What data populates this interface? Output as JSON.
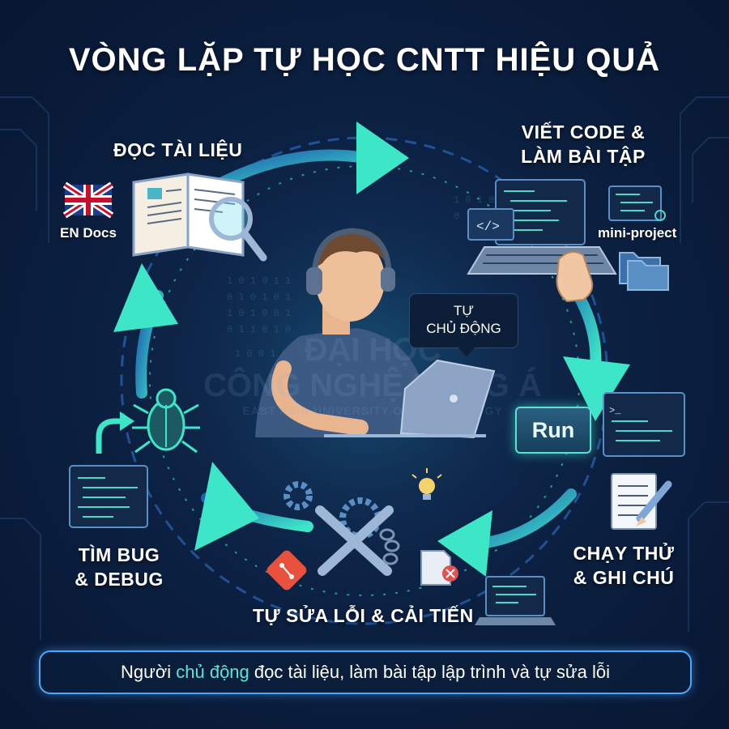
{
  "title": "VÒNG LẶP TỰ HỌC CNTT HIỆU QUẢ",
  "steps": {
    "read_docs": "ĐỌC TÀI LIỆU",
    "write_code_line1": "VIẾT CODE &",
    "write_code_line2": "LÀM BÀI TẬP",
    "run_notes_line1": "CHẠY THỬ",
    "run_notes_line2": "& GHI CHÚ",
    "fix_improve": "TỰ SỬA LỖI & CẢI TIẾN",
    "debug_line1": "TÌM BUG",
    "debug_line2": "& DEBUG"
  },
  "side_labels": {
    "en_docs": "EN Docs",
    "mini_project": "mini-project"
  },
  "bubble": {
    "line1": "TỰ",
    "line2": "CHỦ ĐỘNG"
  },
  "run_button": "Run",
  "footer": {
    "before": "Người ",
    "highlight": "chủ động",
    "after": " đọc tài liệu, làm bài tập lập trình và tự sửa lỗi"
  },
  "watermark": {
    "line1": "ĐẠI HỌC",
    "line2": "CÔNG NGHỆ ĐÔNG Á",
    "line3": "EAST ASIA UNIVERSITY OF TECHNOLOGY"
  },
  "colors": {
    "background": "#0b1f3f",
    "arrow": "#3ee6c8",
    "accent_blue": "#4aa8ff",
    "highlight": "#5fe3d5"
  },
  "icons": [
    "uk-flag-icon",
    "open-book-icon",
    "magnifier-icon",
    "code-window-icon",
    "laptop-icon",
    "hand-icon",
    "folder-icon",
    "gear-icon",
    "bug-icon",
    "return-arrow-icon",
    "wrench-icon",
    "lightbulb-icon",
    "git-icon",
    "file-error-icon",
    "notepad-icon",
    "pencil-icon",
    "headphones-icon"
  ]
}
